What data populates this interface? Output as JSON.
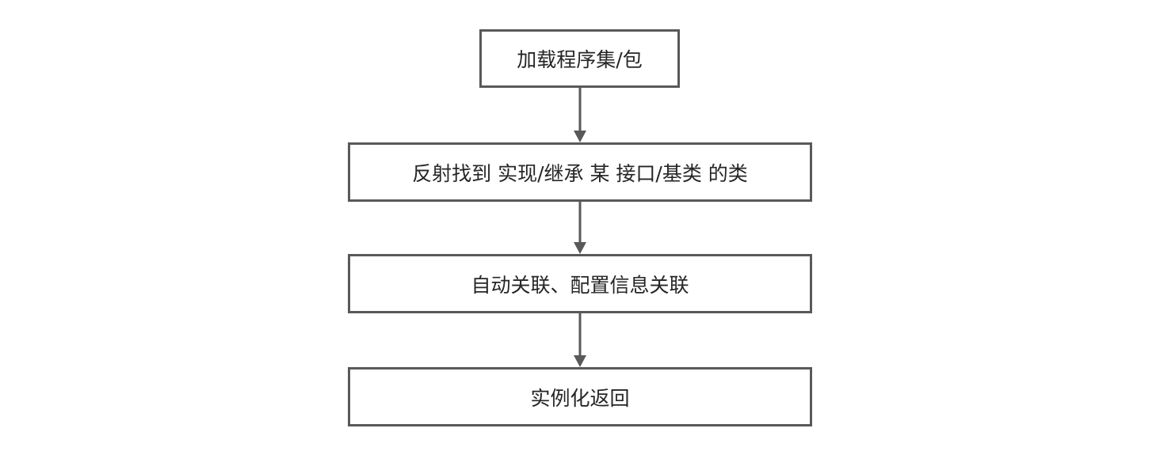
{
  "diagram": {
    "steps": [
      {
        "label": "加载程序集/包"
      },
      {
        "label": "反射找到 实现/继承 某 接口/基类 的类"
      },
      {
        "label": "自动关联、配置信息关联"
      },
      {
        "label": "实例化返回"
      }
    ],
    "colors": {
      "border": "#595959",
      "arrow": "#595959",
      "text": "#262626",
      "background": "#ffffff"
    }
  }
}
